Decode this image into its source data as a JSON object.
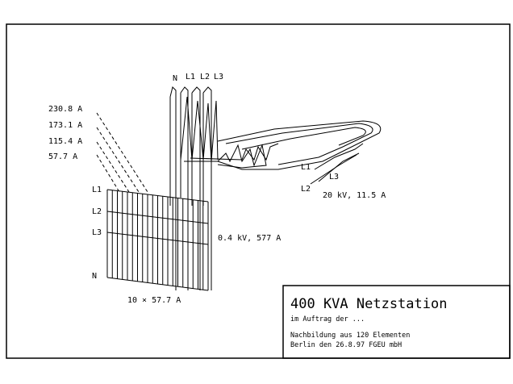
{
  "conductors_top": [
    "N",
    "L1",
    "L2",
    "L3"
  ],
  "currents": [
    "230.8 A",
    "173.1 A",
    "115.4 A",
    "57.7 A"
  ],
  "busbar_rows": [
    "L1",
    "L2",
    "L3",
    "N"
  ],
  "low_voltage": "0.4 kV, 577 A",
  "feeder_count": "10 × 57.7 A",
  "hv_labels": [
    "L1",
    "L3",
    "L2"
  ],
  "high_voltage": "20 kV, 11.5 A",
  "title_block": {
    "title": "400 KVA Netzstation",
    "subtitle": "im Auftrag der ...",
    "line1": "Nachbildung aus 120 Elementen",
    "line2": "Berlin den 26.8.97 FGEU mbH"
  }
}
